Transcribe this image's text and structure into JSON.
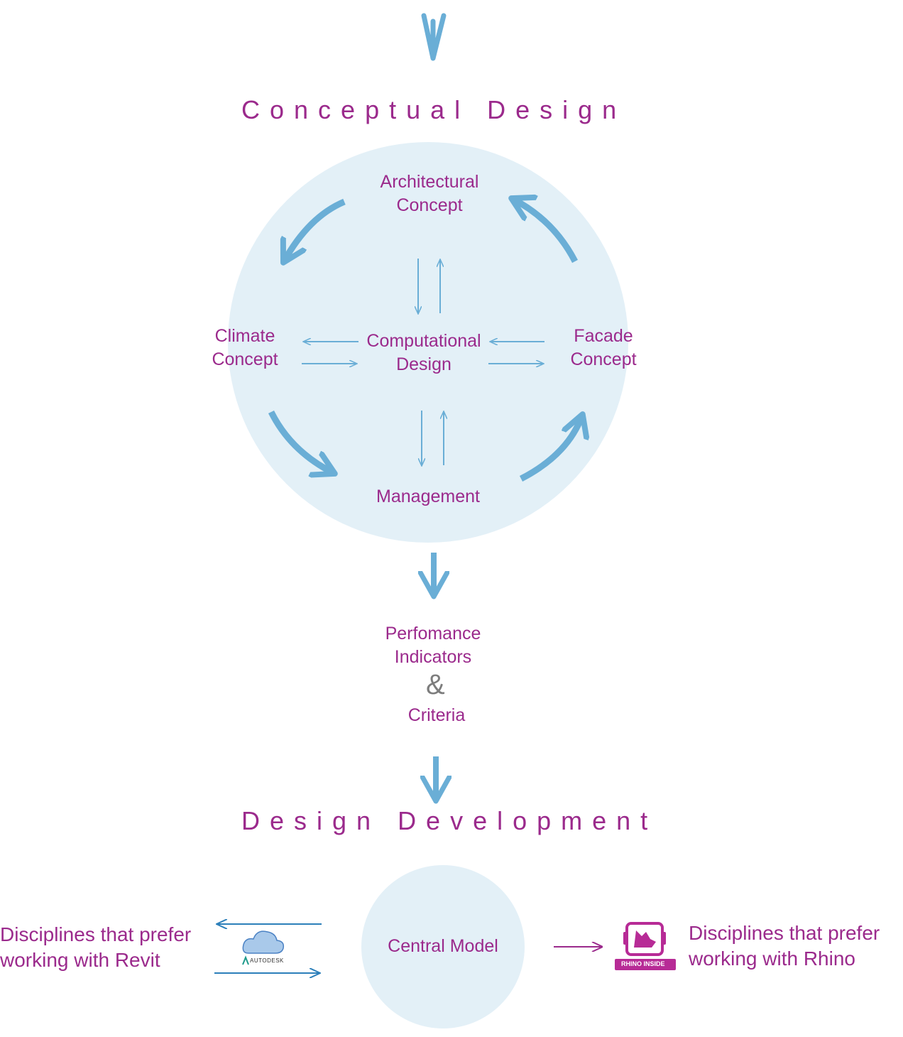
{
  "colors": {
    "label": "#9b2a8c",
    "arrow": "#6aaed6",
    "arrow_dark": "#2c7fba",
    "circle": "#e3f0f7",
    "ampersand": "#7d7d7d",
    "rhino_magenta": "#b72b96"
  },
  "stages": {
    "conceptual": "Conceptual Design",
    "development": "Design Development"
  },
  "concept_cycle": {
    "architectural": [
      "Architectural",
      "Concept"
    ],
    "climate": [
      "Climate",
      "Concept"
    ],
    "computational": [
      "Computational",
      "Design"
    ],
    "facade": [
      "Facade",
      "Concept"
    ],
    "management": "Management"
  },
  "performance": {
    "line1": "Perfomance",
    "line2": "Indicators",
    "amp": "&",
    "line3": "Criteria"
  },
  "central_model": "Central Model",
  "revit_side": {
    "line1": "Disciplines that prefer",
    "line2": "working with Revit",
    "logo_text": "AUTODESK",
    "icon": "cloud-icon"
  },
  "rhino_side": {
    "line1": "Disciplines that prefer",
    "line2": "working with Rhino",
    "logo_text": "RHINO INSIDE",
    "icon": "rhino-icon"
  }
}
